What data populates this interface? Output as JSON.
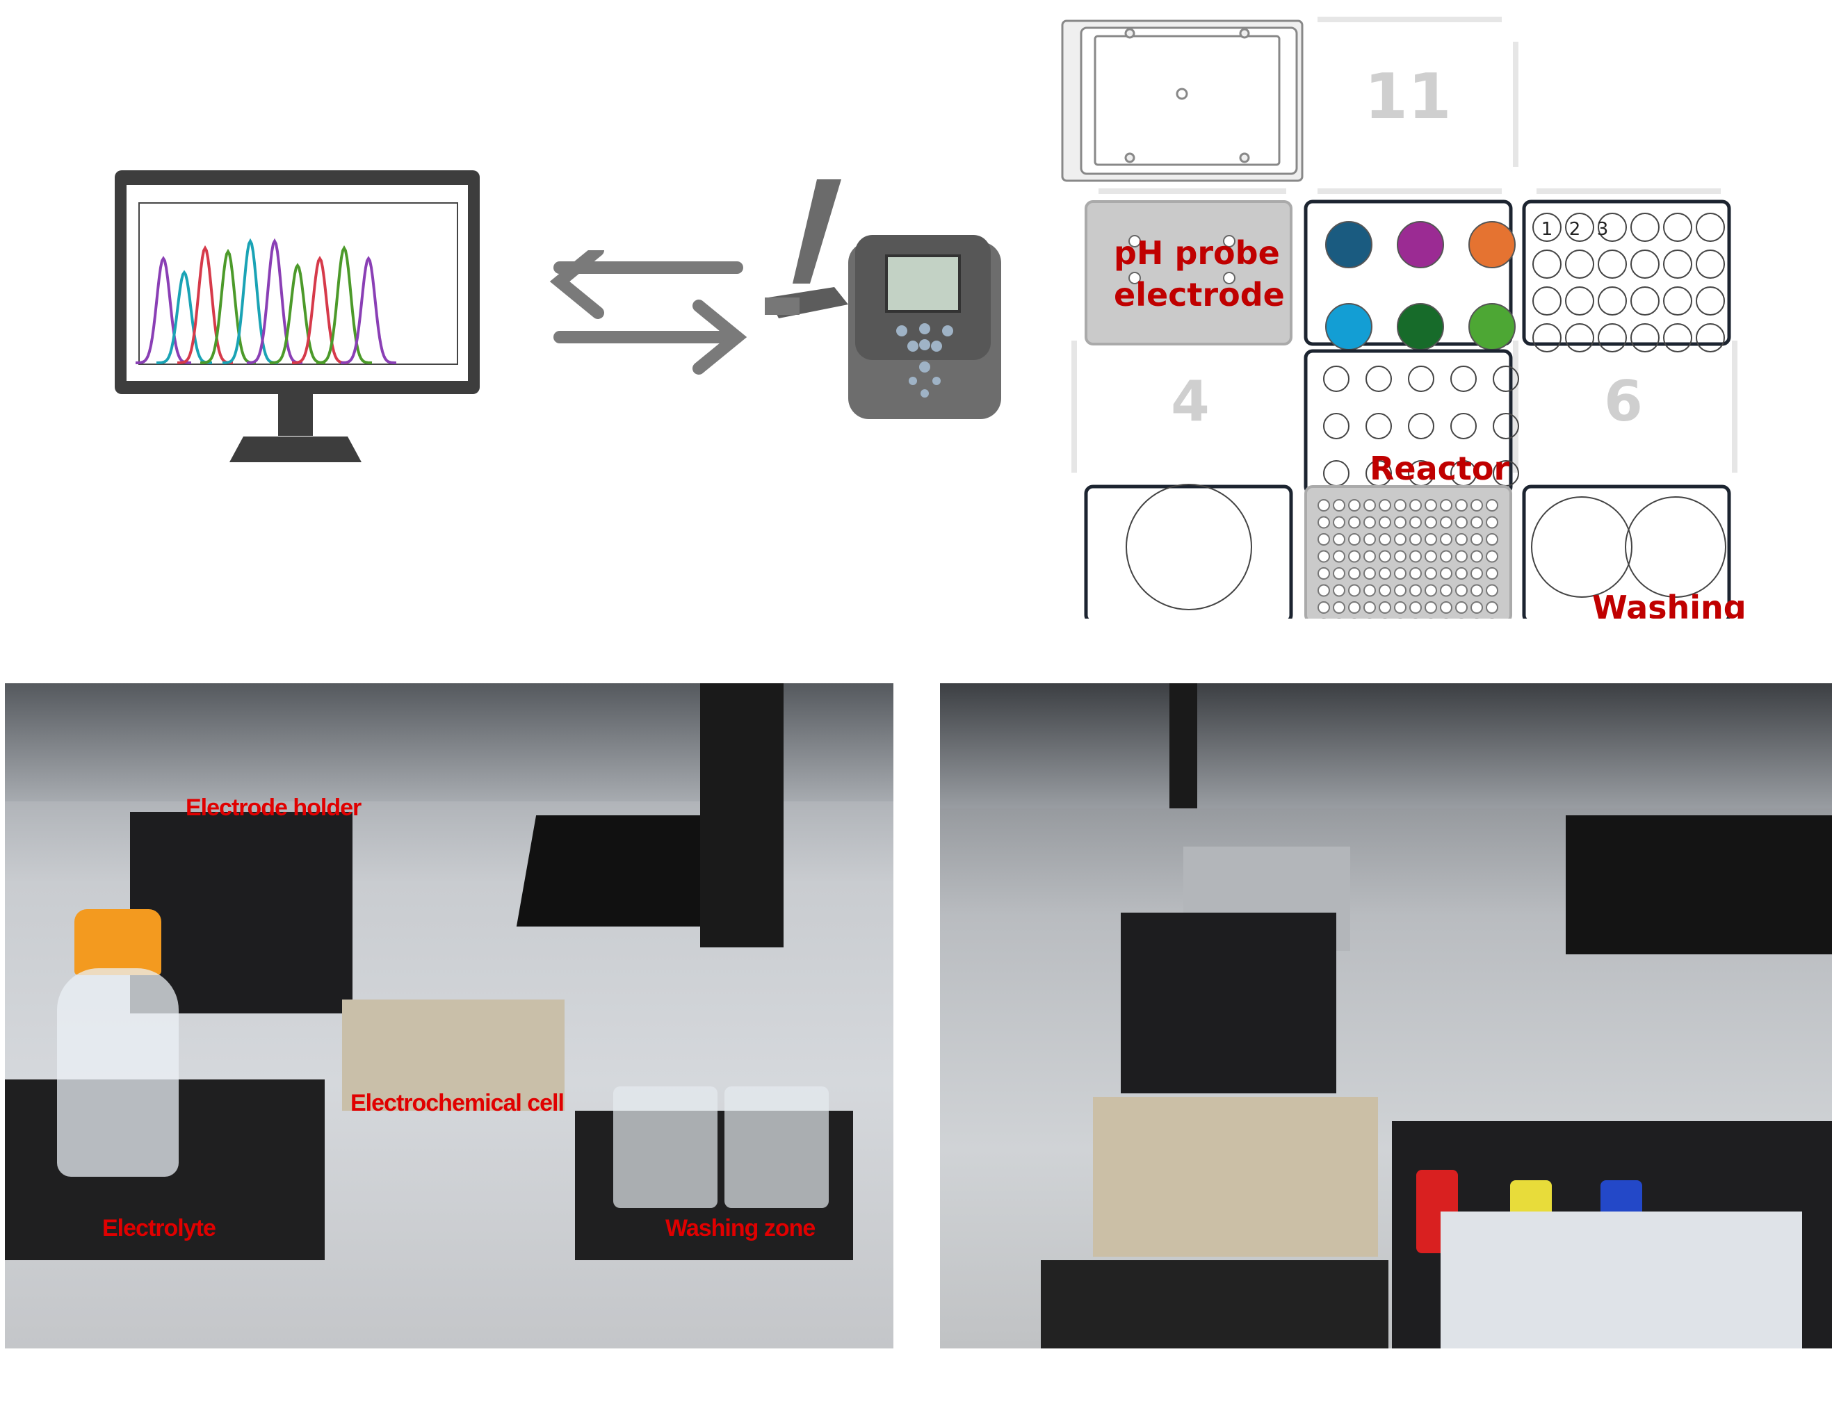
{
  "diagram": {
    "connection_icon": "bidirectional-arrows-icon",
    "computer_icon": "monitor-with-chromatogram-icon",
    "instrument_icon": "ph-meter-with-electrode-arm-icon"
  },
  "deck": {
    "slot_numbers": {
      "slot_11": "11",
      "slot_4": "4",
      "slot_6": "6"
    },
    "labels": {
      "ph_probe_line1": "pH probe",
      "ph_probe_line2": "electrode",
      "reactor": "Reactor",
      "washing": "Washing"
    },
    "well_numbers": [
      "1",
      "2",
      "3"
    ],
    "reservoir_colors": [
      "#1a5b80",
      "#9b2b93",
      "#e57331",
      "#139ed4",
      "#176b2a",
      "#4da734"
    ]
  },
  "photo_left": {
    "labels": {
      "electrode_holder": "Electrode holder",
      "electrochemical_cell": "Electrochemical cell",
      "electrolyte": "Electrolyte",
      "washing_zone": "Washing zone"
    }
  },
  "photo_right": {}
}
